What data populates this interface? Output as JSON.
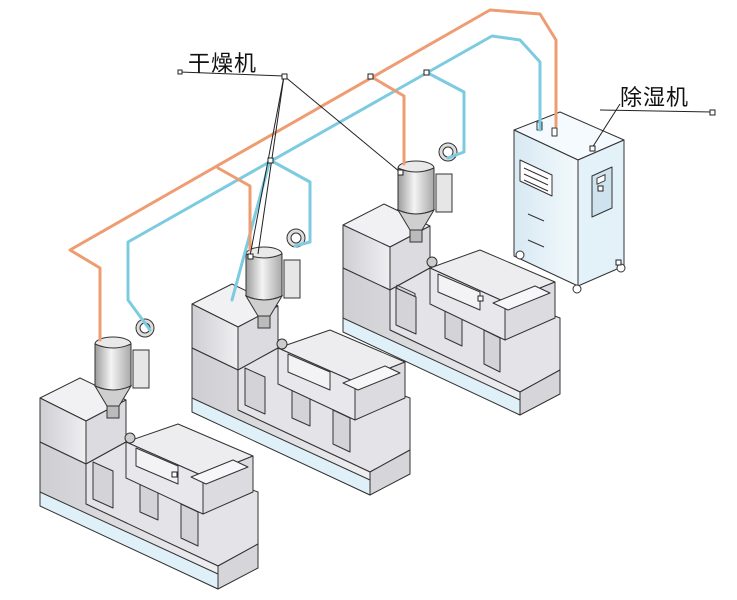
{
  "labels": {
    "dryer": "干燥机",
    "dehumidifier": "除湿机"
  },
  "colors": {
    "supply_pipe": "#ee9d72",
    "return_pipe": "#7ccbe0",
    "machine_body": "#e9e9ec",
    "machine_base": "#dff0f8",
    "dehumidifier_body": "#eaf5fb",
    "outline": "#333333"
  },
  "icons": [
    "pipe-network",
    "hopper-dryer",
    "injection-molding-machine",
    "dehumidifier-cabinet",
    "leader-line"
  ]
}
